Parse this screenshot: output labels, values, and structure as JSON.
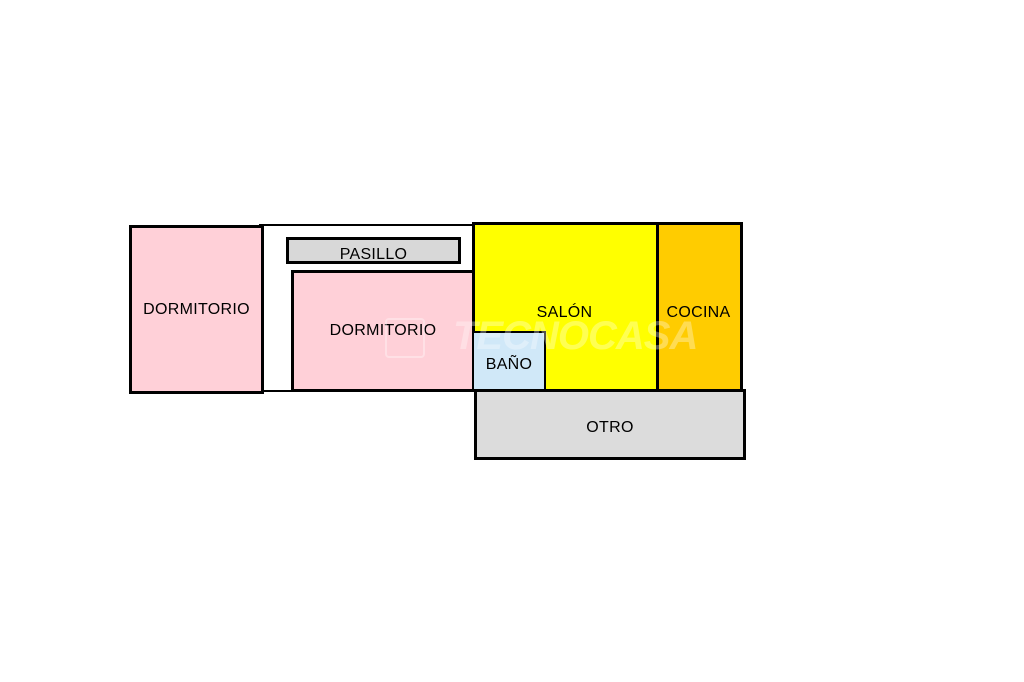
{
  "floorplan": {
    "rooms": {
      "dormitorio_1": {
        "label": "DORMITORIO",
        "color": "#FFD0D8"
      },
      "pasillo": {
        "label": "PASILLO",
        "color": "#D8D8D8"
      },
      "dormitorio_2": {
        "label": "DORMITORIO",
        "color": "#FFD0D8"
      },
      "salon": {
        "label": "SALÓN",
        "color": "#FFFF00"
      },
      "cocina": {
        "label": "COCINA",
        "color": "#FFCC00"
      },
      "bano": {
        "label": "BAÑO",
        "color": "#D0E8F8"
      },
      "otro": {
        "label": "OTRO",
        "color": "#DCDCDC"
      }
    },
    "watermark": {
      "text": "TECNOCASA"
    }
  }
}
